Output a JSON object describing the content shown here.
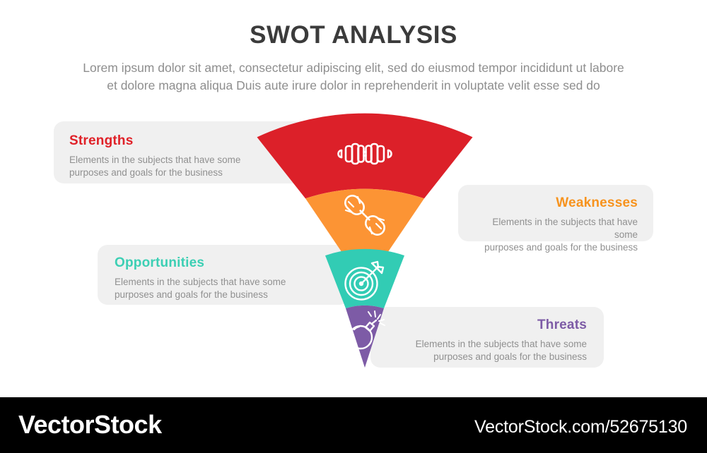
{
  "header": {
    "title": "SWOT ANALYSIS",
    "subtitle_line1": "Lorem ipsum dolor sit amet, consectetur adipiscing elit, sed do eiusmod tempor incididunt ut labore",
    "subtitle_line2": "et dolore magna aliqua Duis aute irure dolor in reprehenderit in voluptate velit esse sed do",
    "title_color": "#3b3b3b",
    "subtitle_color": "#8e8e8e"
  },
  "cards": [
    {
      "key": "strengths",
      "title": "Strengths",
      "title_color": "#e02128",
      "desc_line1": "Elements in the subjects that have some",
      "desc_line2": "purposes and goals for the  business",
      "align": "left",
      "icon": "dumbbell-icon",
      "band_color": "#dc2029"
    },
    {
      "key": "weaknesses",
      "title": "Weaknesses",
      "title_color": "#f7931e",
      "desc_line1": "Elements in the subjects that have some",
      "desc_line2": "purposes and goals for the  business",
      "align": "right",
      "icon": "broken-chain-icon",
      "band_color": "#fc9434"
    },
    {
      "key": "opportunities",
      "title": "Opportunities",
      "title_color": "#3ccfb4",
      "desc_line1": "Elements in the subjects that have some",
      "desc_line2": "purposes and goals for the  business",
      "align": "left",
      "icon": "target-arrow-icon",
      "band_color": "#32ccb4"
    },
    {
      "key": "threats",
      "title": "Threats",
      "title_color": "#7d5ba6",
      "desc_line1": "Elements in the subjects that have some",
      "desc_line2": "purposes and goals for the  business",
      "align": "right",
      "icon": "bomb-icon",
      "band_color": "#7d5ba6"
    }
  ],
  "footer": {
    "brand": "VectorStock",
    "url": "VectorStock.com/52675130",
    "background": "#000000",
    "text_color": "#ffffff"
  },
  "canvas": {
    "background": "#ffffff",
    "card_background": "#f0f0f0"
  }
}
